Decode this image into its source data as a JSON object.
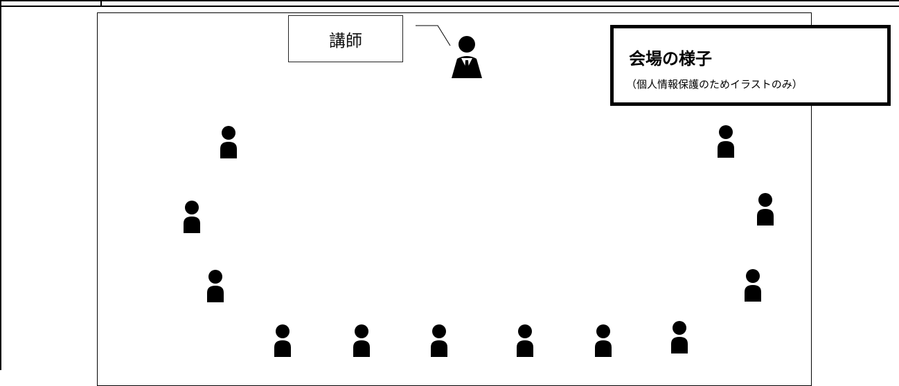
{
  "diagram": {
    "title": "会場の様子",
    "subtitle": "（個人情報保護のためイラストのみ）",
    "lecturer_label": "講師"
  },
  "icons": {
    "lecturer": "lecturer-person-icon",
    "attendee": "person-icon"
  }
}
